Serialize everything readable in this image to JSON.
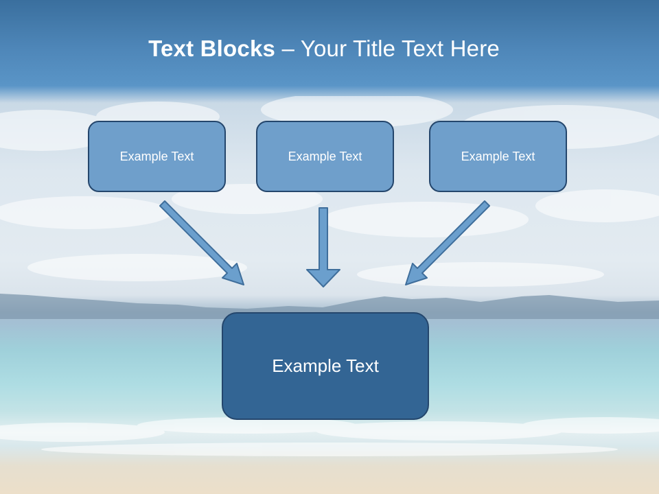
{
  "title": {
    "bold": "Text Blocks",
    "dash": "–",
    "rest": "Your Title Text Here"
  },
  "boxes": {
    "top_left": "Example Text",
    "top_center": "Example Text",
    "top_right": "Example Text",
    "bottom": "Example Text"
  },
  "colors": {
    "small_box_fill": "#6f9fcb",
    "big_box_fill": "#336594",
    "box_border": "#24466c",
    "arrow_fill": "#6b9fcd",
    "arrow_stroke": "#3f6e9b"
  }
}
